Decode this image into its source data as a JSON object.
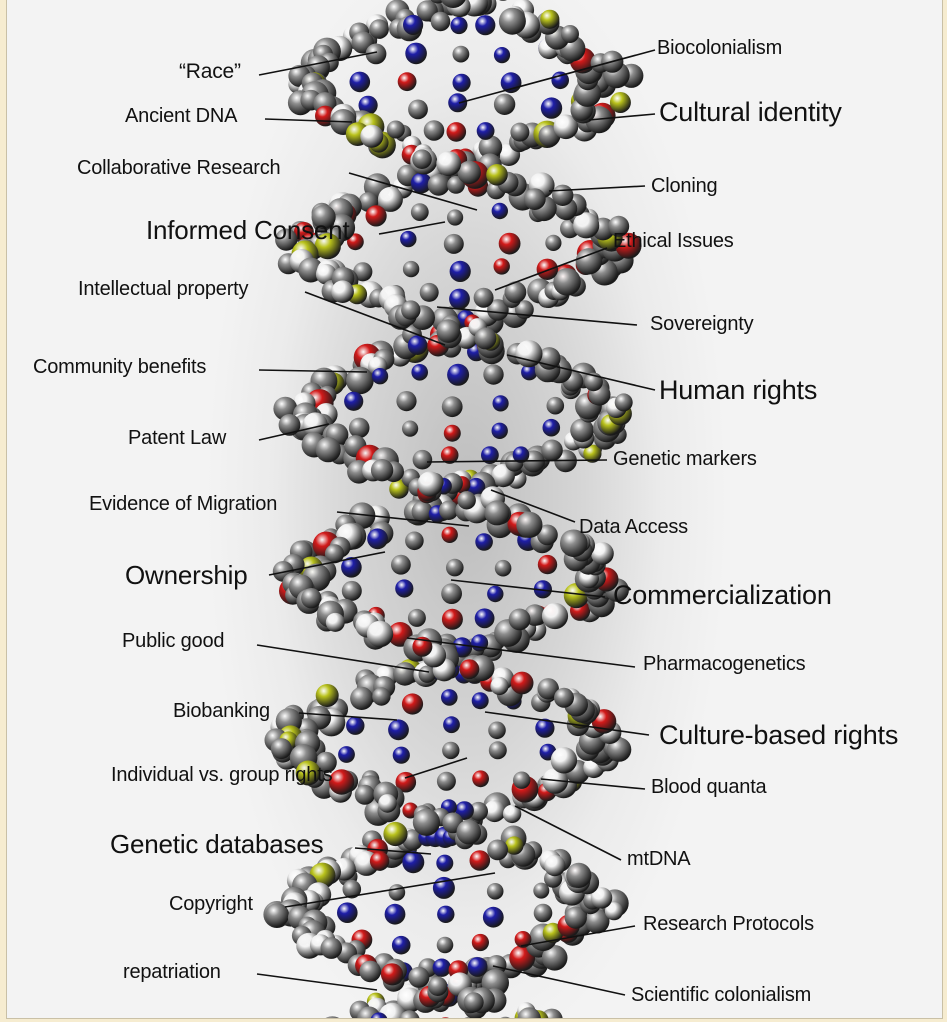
{
  "figure": {
    "labels": [
      {
        "id": "race",
        "text": "“Race”"
      },
      {
        "id": "biocolonialism",
        "text": "Biocolonialism"
      },
      {
        "id": "ancient-dna",
        "text": "Ancient DNA"
      },
      {
        "id": "cultural-identity",
        "text": "Cultural identity"
      },
      {
        "id": "collaborative-research",
        "text": "Collaborative Research"
      },
      {
        "id": "cloning",
        "text": "Cloning"
      },
      {
        "id": "informed-consent",
        "text": "Informed Consent"
      },
      {
        "id": "ethical-issues",
        "text": "Ethical Issues"
      },
      {
        "id": "intellectual-property",
        "text": "Intellectual property"
      },
      {
        "id": "sovereignty",
        "text": "Sovereignty"
      },
      {
        "id": "community-benefits",
        "text": "Community benefits"
      },
      {
        "id": "human-rights",
        "text": "Human rights"
      },
      {
        "id": "patent-law",
        "text": "Patent Law"
      },
      {
        "id": "genetic-markers",
        "text": "Genetic markers"
      },
      {
        "id": "evidence-of-migration",
        "text": "Evidence of Migration"
      },
      {
        "id": "data-access",
        "text": "Data Access"
      },
      {
        "id": "ownership",
        "text": "Ownership"
      },
      {
        "id": "commercialization",
        "text": "Commercialization"
      },
      {
        "id": "public-good",
        "text": "Public good"
      },
      {
        "id": "pharmacogenetics",
        "text": "Pharmacogenetics"
      },
      {
        "id": "biobanking",
        "text": "Biobanking"
      },
      {
        "id": "culture-based-rights",
        "text": "Culture-based rights"
      },
      {
        "id": "individual-vs-group-rights",
        "text": "Individual vs. group rights"
      },
      {
        "id": "blood-quanta",
        "text": "Blood quanta"
      },
      {
        "id": "genetic-databases",
        "text": "Genetic databases"
      },
      {
        "id": "mtdna",
        "text": "mtDNA"
      },
      {
        "id": "copyright",
        "text": "Copyright"
      },
      {
        "id": "research-protocols",
        "text": "Research Protocols"
      },
      {
        "id": "repatriation",
        "text": "repatriation"
      },
      {
        "id": "scientific-colonialism",
        "text": "Scientific colonialism"
      }
    ],
    "colors": {
      "background": "#f6ecd0",
      "atom_carbon": "#8e8e8e",
      "atom_hydrogen": "#f2f2f2",
      "atom_nitrogen": "#1e1ea8",
      "atom_oxygen": "#d21a1a",
      "atom_phosphorus": "#b9c21c",
      "leader_line": "#111111"
    }
  }
}
